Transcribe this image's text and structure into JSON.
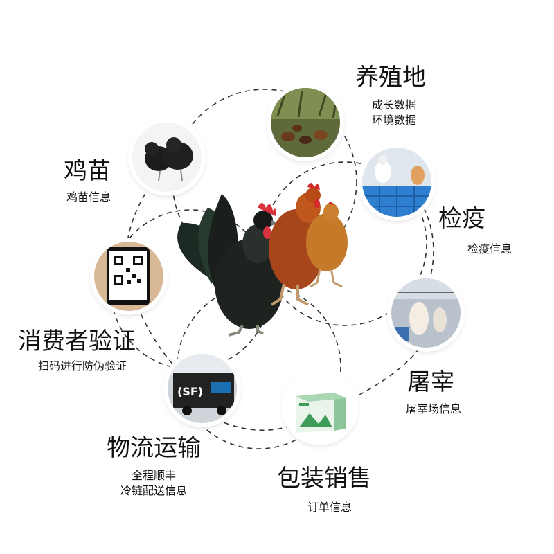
{
  "stages": {
    "chick": {
      "title": "鸡苗",
      "lines": [
        "鸡苗信息"
      ]
    },
    "farm": {
      "title": "养殖地",
      "lines": [
        "成长数据",
        "环境数据"
      ]
    },
    "quarantine": {
      "title": "检疫",
      "lines": [
        "检疫信息"
      ]
    },
    "slaughter": {
      "title": "屠宰",
      "lines": [
        "屠宰场信息"
      ]
    },
    "packaging": {
      "title": "包装销售",
      "lines": [
        "订单信息"
      ]
    },
    "logistics": {
      "title": "物流运输",
      "lines": [
        "全程顺丰",
        "冷链配送信息"
      ]
    },
    "consumer": {
      "title": "消费者验证",
      "lines": [
        "扫码进行防伪验证"
      ]
    }
  },
  "truck_logo": "(SF)",
  "colors": {
    "dash": "#333333",
    "text": "#111111"
  }
}
